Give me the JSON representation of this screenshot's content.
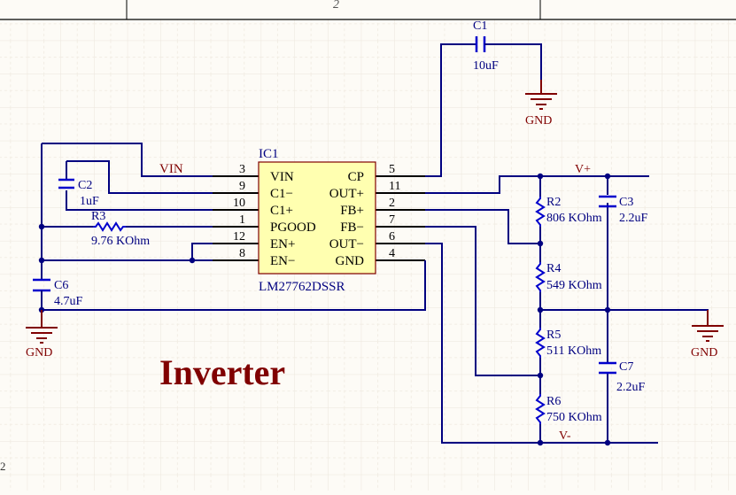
{
  "title_block": {
    "sheet_number": "2"
  },
  "margin_label": "2",
  "title": "Inverter",
  "colors": {
    "background": "#fdfbf6",
    "grid": "#ece6dc",
    "wire": "#000080",
    "pin": "#000000",
    "power": "#800000",
    "ic_fill": "#ffffb0",
    "ic_border": "#800000",
    "designator": "#000080",
    "net_label": "#800000"
  },
  "ic": {
    "designator": "IC1",
    "part": "LM27762DSSR",
    "left_pins": [
      {
        "num": "3",
        "name": "VIN"
      },
      {
        "num": "9",
        "name": "C1−"
      },
      {
        "num": "10",
        "name": "C1+"
      },
      {
        "num": "1",
        "name": "PGOOD"
      },
      {
        "num": "12",
        "name": "EN+"
      },
      {
        "num": "8",
        "name": "EN−"
      }
    ],
    "right_pins": [
      {
        "num": "5",
        "name": "CP"
      },
      {
        "num": "11",
        "name": "OUT+"
      },
      {
        "num": "2",
        "name": "FB+"
      },
      {
        "num": "7",
        "name": "FB−"
      },
      {
        "num": "6",
        "name": "OUT−"
      },
      {
        "num": "4",
        "name": "GND"
      }
    ]
  },
  "components": {
    "C1": {
      "designator": "C1",
      "value": "10uF"
    },
    "C2": {
      "designator": "C2",
      "value": "1uF"
    },
    "C3": {
      "designator": "C3",
      "value": "2.2uF"
    },
    "C6": {
      "designator": "C6",
      "value": "4.7uF"
    },
    "C7": {
      "designator": "C7",
      "value": "2.2uF"
    },
    "R2": {
      "designator": "R2",
      "value": "806 KOhm"
    },
    "R3": {
      "designator": "R3",
      "value": "9.76 KOhm"
    },
    "R4": {
      "designator": "R4",
      "value": "549 KOhm"
    },
    "R5": {
      "designator": "R5",
      "value": "511 KOhm"
    },
    "R6": {
      "designator": "R6",
      "value": "750 KOhm"
    }
  },
  "nets": {
    "vin": "VIN",
    "vplus": "V+",
    "vminus": "V-"
  },
  "power_ports": {
    "gnd": "GND"
  }
}
